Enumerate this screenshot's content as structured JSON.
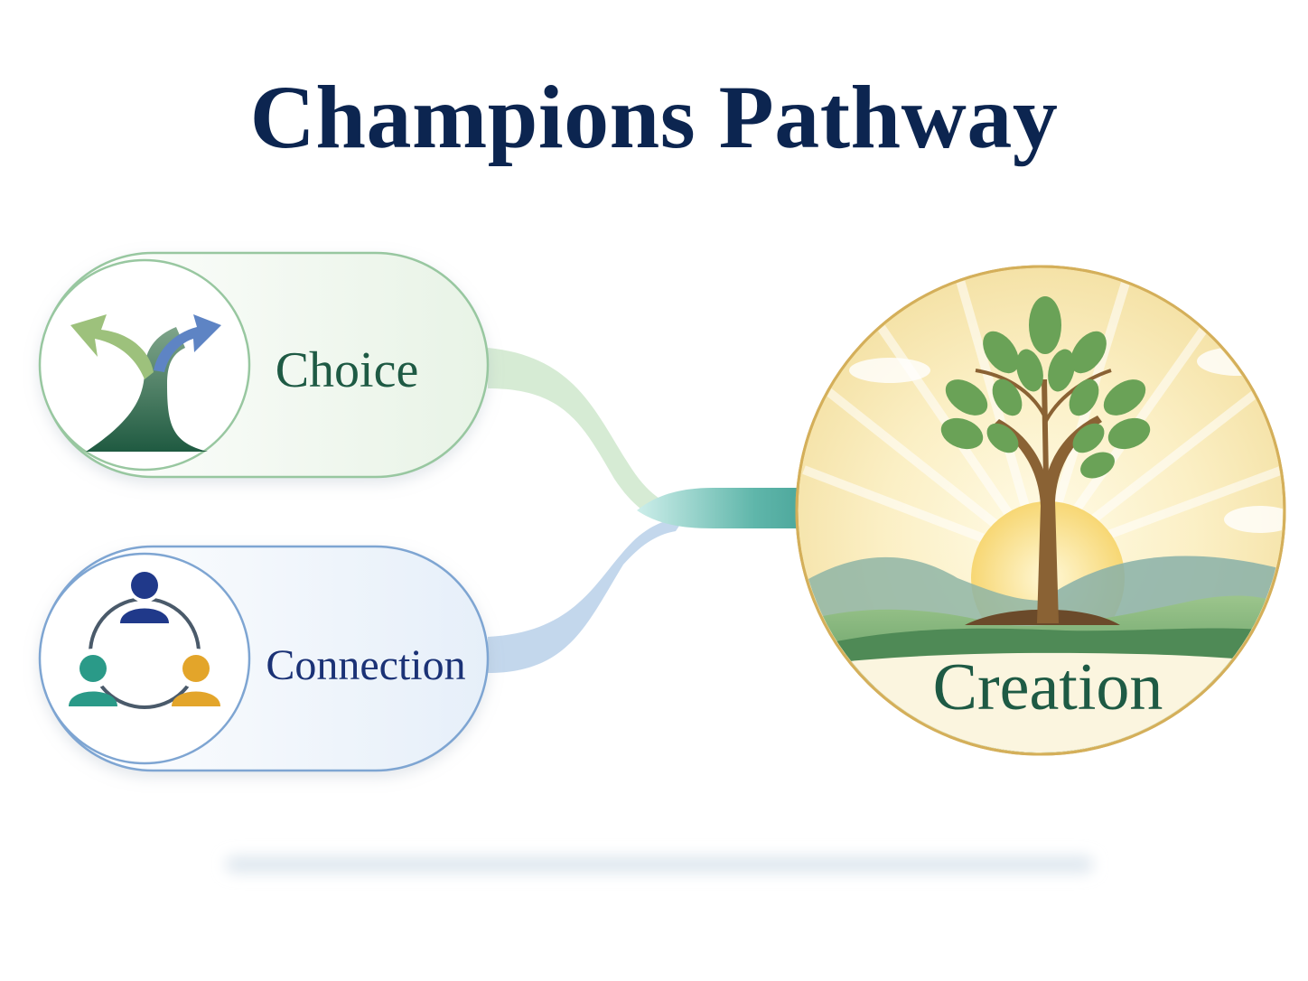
{
  "title": "Champions Pathway",
  "nodes": {
    "choice": {
      "label": "Choice",
      "icon": "branching-path-icon",
      "color": "#1e5a44"
    },
    "connection": {
      "label": "Connection",
      "icon": "people-network-icon",
      "color": "#1b3276"
    },
    "creation": {
      "label": "Creation",
      "icon": "growing-tree-icon",
      "color": "#1e5a44"
    }
  },
  "colors": {
    "title": "#0c2550",
    "choice_border": "#98c7a0",
    "connection_border": "#7ea5d2",
    "creation_border": "#d4af5a",
    "arrow": "#2e8f86"
  }
}
